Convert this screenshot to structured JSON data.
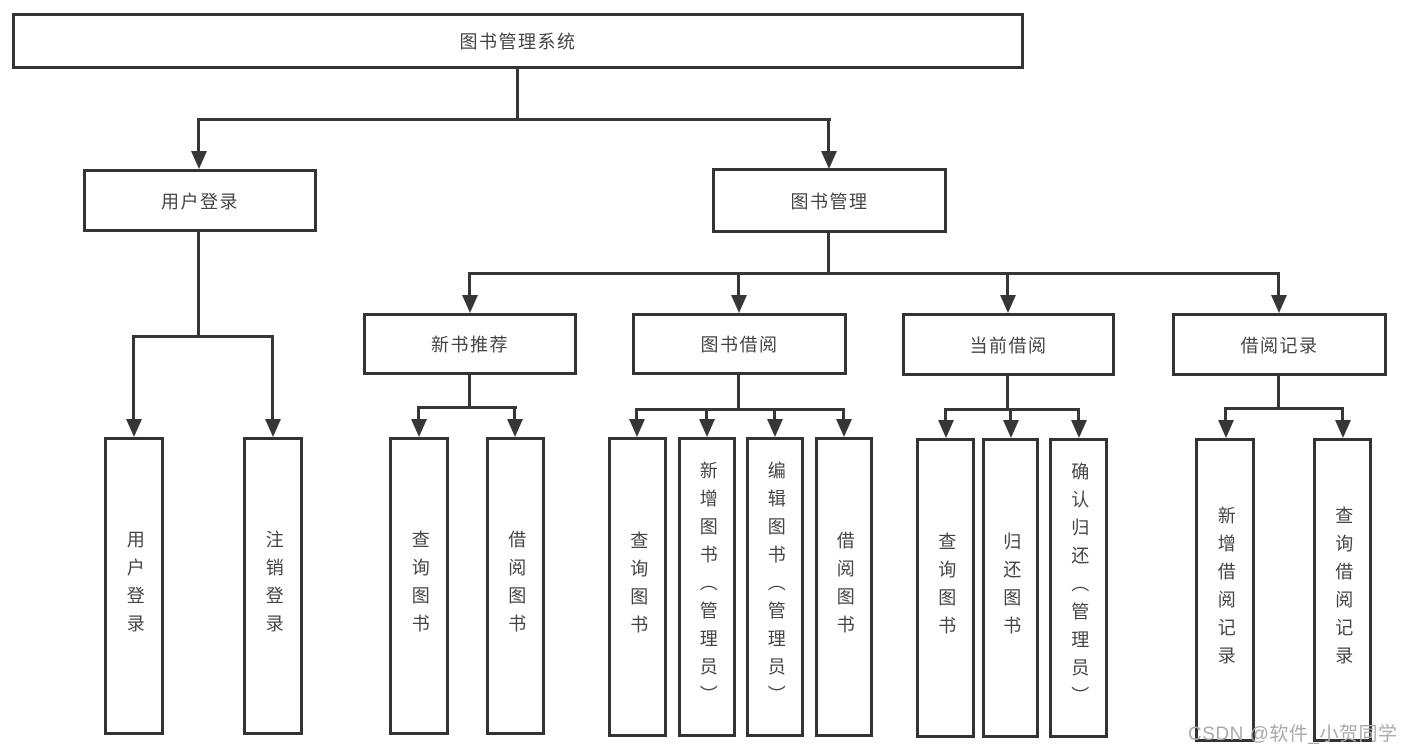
{
  "diagram": {
    "type": "hierarchy-functional-structure",
    "colors": {
      "line": "#363636",
      "box_border": "#333336",
      "box_fill": "#ffffff",
      "text": "#43444a",
      "watermark": "#aaaaaa"
    },
    "tree": {
      "label": "图书管理系统",
      "children": [
        {
          "label": "用户登录",
          "children": [
            {
              "label": "用户登录"
            },
            {
              "label": "注销登录"
            }
          ]
        },
        {
          "label": "图书管理",
          "children": [
            {
              "label": "新书推荐",
              "children": [
                {
                  "label": "查询图书"
                },
                {
                  "label": "借阅图书"
                }
              ]
            },
            {
              "label": "图书借阅",
              "children": [
                {
                  "label": "查询图书"
                },
                {
                  "label": "新增图书（管理员）"
                },
                {
                  "label": "编辑图书（管理员）"
                },
                {
                  "label": "借阅图书"
                }
              ]
            },
            {
              "label": "当前借阅",
              "children": [
                {
                  "label": "查询图书"
                },
                {
                  "label": "归还图书"
                },
                {
                  "label": "确认归还（管理员）"
                }
              ]
            },
            {
              "label": "借阅记录",
              "children": [
                {
                  "label": "新增借阅记录"
                },
                {
                  "label": "查询借阅记录"
                }
              ]
            }
          ]
        }
      ]
    },
    "watermark": "CSDN @软件_小贺同学"
  }
}
